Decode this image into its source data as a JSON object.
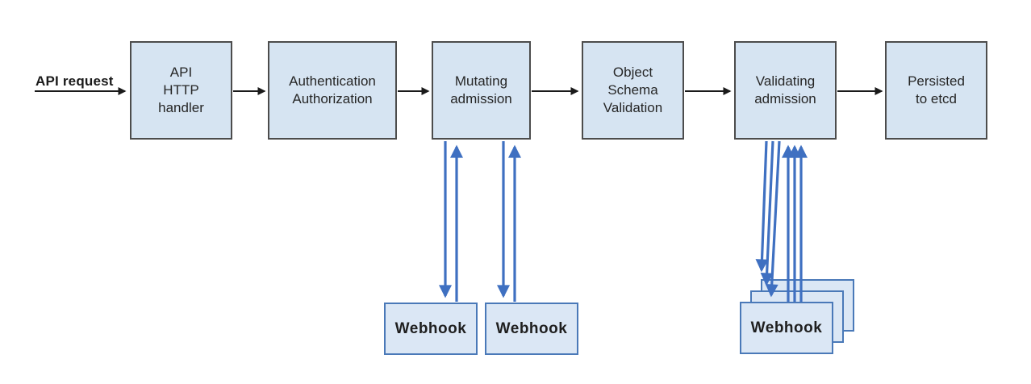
{
  "diagram": {
    "request_label": "API request",
    "stages": [
      {
        "id": "api-http-handler",
        "label": "API\nHTTP\nhandler"
      },
      {
        "id": "authentication-authorization",
        "label": "Authentication\nAuthorization"
      },
      {
        "id": "mutating-admission",
        "label": "Mutating\nadmission"
      },
      {
        "id": "object-schema-validation",
        "label": "Object\nSchema\nValidation"
      },
      {
        "id": "validating-admission",
        "label": "Validating\nadmission"
      },
      {
        "id": "persisted-to-etcd",
        "label": "Persisted\nto etcd"
      }
    ],
    "mutating_webhooks": [
      {
        "label": "Webhook"
      },
      {
        "label": "Webhook"
      }
    ],
    "validating_webhook_stack": {
      "label": "Webhook",
      "stacked_count": 3
    },
    "colors": {
      "stage_fill": "#d6e4f2",
      "stage_border": "#4c4c4c",
      "webhook_fill": "#dbe7f5",
      "webhook_border": "#4a79b8",
      "flow_arrow": "#1a1a1a",
      "webhook_arrow": "#3f70c1",
      "text": "#262626"
    }
  }
}
